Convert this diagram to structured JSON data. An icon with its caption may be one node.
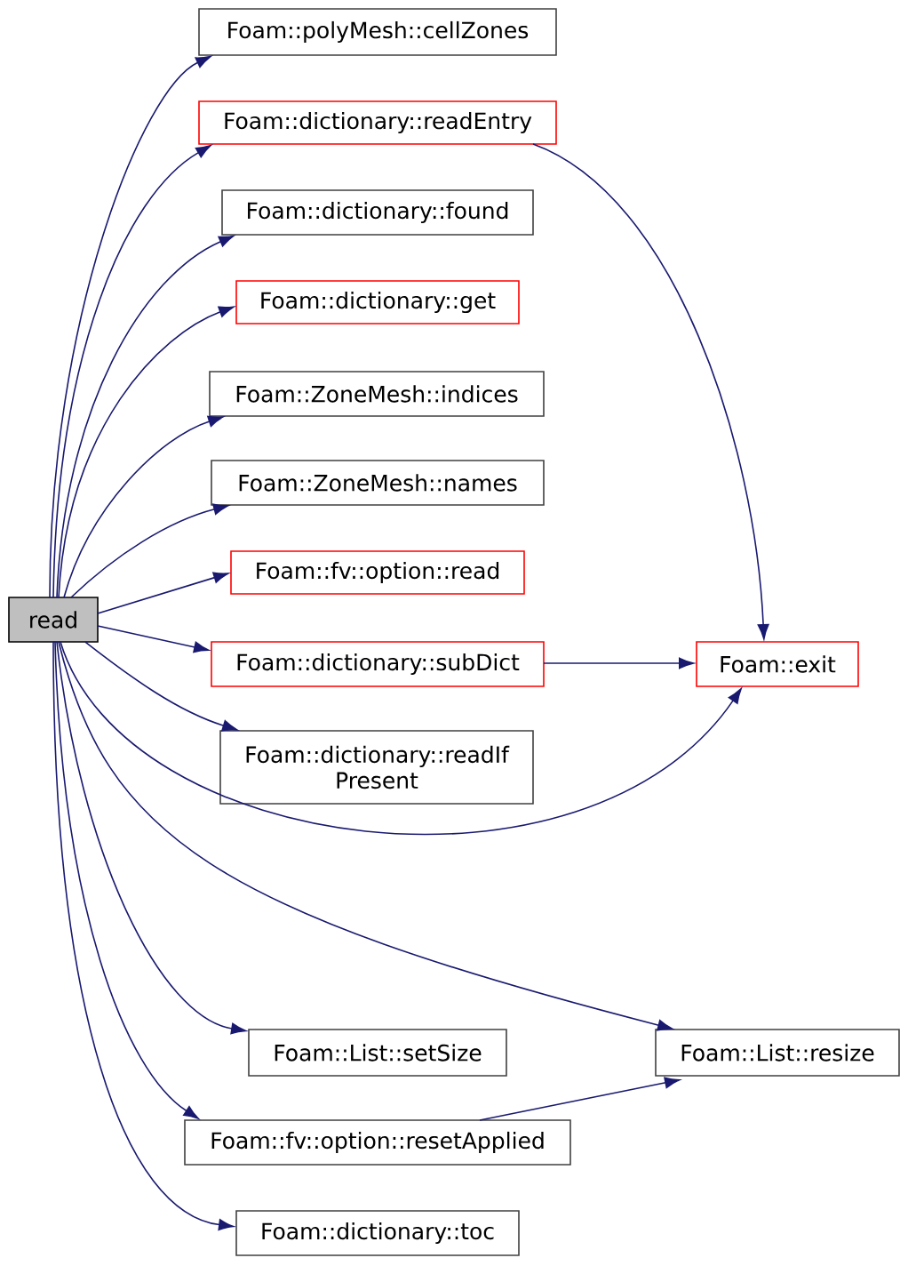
{
  "diagram": {
    "nodes": [
      {
        "text": [
          "read"
        ]
      },
      {
        "text": [
          "Foam::polyMesh::cellZones"
        ]
      },
      {
        "text": [
          "Foam::dictionary::readEntry"
        ]
      },
      {
        "text": [
          "Foam::dictionary::found"
        ]
      },
      {
        "text": [
          "Foam::dictionary::get"
        ]
      },
      {
        "text": [
          "Foam::ZoneMesh::indices"
        ]
      },
      {
        "text": [
          "Foam::ZoneMesh::names"
        ]
      },
      {
        "text": [
          "Foam::fv::option::read"
        ]
      },
      {
        "text": [
          "Foam::dictionary::subDict"
        ]
      },
      {
        "text": [
          "Foam::exit"
        ]
      },
      {
        "text": [
          "Foam::dictionary::readIf Present"
        ]
      },
      {
        "text": [
          "Foam::List::setSize"
        ]
      },
      {
        "text": [
          "Foam::List::resize"
        ]
      },
      {
        "text": [
          "Foam::fv::option::resetApplied"
        ]
      },
      {
        "text": [
          "Foam::dictionary::toc"
        ]
      }
    ],
    "edges": [
      {
        "from": 0,
        "to": 1,
        "arrow": "to"
      },
      {
        "from": 0,
        "to": 2,
        "arrow": "to"
      },
      {
        "from": 0,
        "to": 3,
        "arrow": "to"
      },
      {
        "from": 0,
        "to": 4,
        "arrow": "to"
      },
      {
        "from": 0,
        "to": 5,
        "arrow": "to"
      },
      {
        "from": 0,
        "to": 6,
        "arrow": "to"
      },
      {
        "from": 0,
        "to": 7,
        "arrow": "to"
      },
      {
        "from": 0,
        "to": 8,
        "arrow": "to"
      },
      {
        "from": 0,
        "to": 10,
        "arrow": "to"
      },
      {
        "from": 0,
        "to": 9,
        "arrow": "to"
      },
      {
        "from": 0,
        "to": 12,
        "arrow": "to"
      },
      {
        "from": 0,
        "to": 11,
        "arrow": "to"
      },
      {
        "from": 0,
        "to": 13,
        "arrow": "to"
      },
      {
        "from": 0,
        "to": 14,
        "arrow": "to"
      },
      {
        "from": 2,
        "to": 9,
        "arrow": "to"
      },
      {
        "from": 8,
        "to": 9,
        "arrow": "to"
      },
      {
        "from": 13,
        "to": 12,
        "arrow": "to"
      }
    ]
  }
}
